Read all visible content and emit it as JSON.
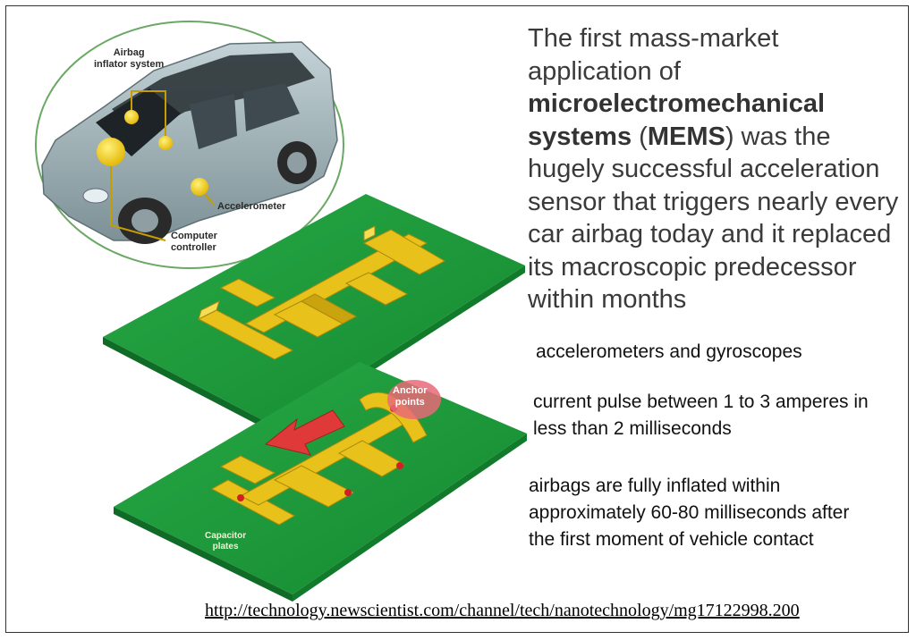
{
  "diagram": {
    "car_labels": {
      "airbag_inflator": "Airbag\ninflator system",
      "accelerometer": "Accelerometer",
      "computer": "Computer\ncontroller"
    },
    "anchor_label": "Anchor\npoints",
    "capacitor_label": "Capacitor\nplates"
  },
  "headline": {
    "part1": "The first mass-market application of ",
    "bold1": "microelectromechanical systems",
    "part2": " (",
    "bold2": "MEMS",
    "part3": ") was the hugely successful acceleration sensor that triggers nearly every car airbag today and it replaced its macroscopic predecessor within months"
  },
  "facts": [
    "accelerometers and gyroscopes",
    "current pulse between 1 to 3 amperes in less than 2 milliseconds",
    "airbags are fully inflated within approximately 60-80 milliseconds after the first moment of vehicle contact"
  ],
  "source_link": "http://technology.newscientist.com/channel/tech/nanotechnology/mg17122998.200",
  "colors": {
    "board_green": "#1f9a3a",
    "sensor_yellow": "#e8c21a",
    "arrow_red": "#e0393a",
    "car_body": "#9fb3b8",
    "circle_outline": "#6aa864"
  }
}
